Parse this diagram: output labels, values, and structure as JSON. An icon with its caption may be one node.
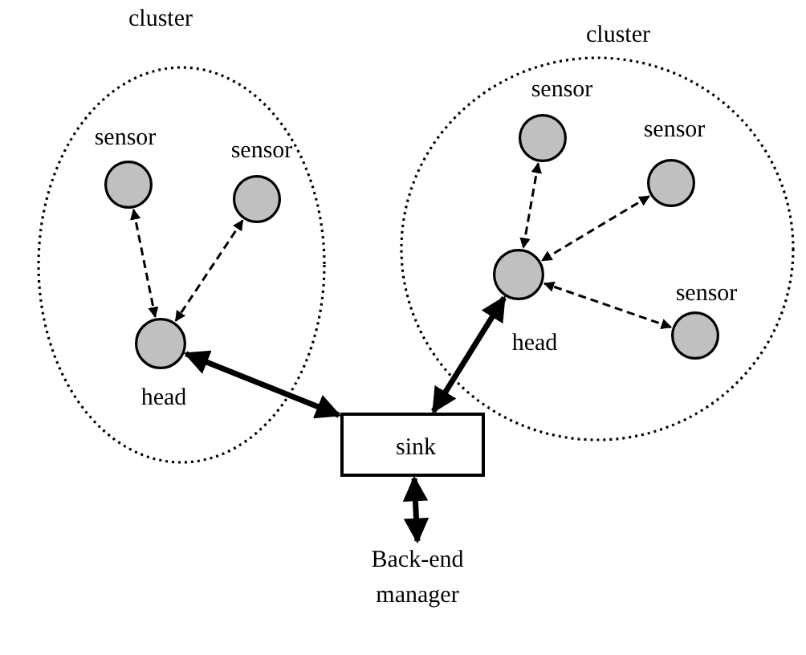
{
  "diagram": {
    "nodes": [
      {
        "text": [
          "cluster"
        ]
      },
      {
        "text": [
          "sensor"
        ],
        "in": 0
      },
      {
        "text": [
          "sensor"
        ],
        "in": 0
      },
      {
        "text": [
          "head"
        ],
        "in": 0
      },
      {
        "text": [
          "cluster"
        ]
      },
      {
        "text": [
          "sensor"
        ],
        "in": 4
      },
      {
        "text": [
          "sensor"
        ],
        "in": 4
      },
      {
        "text": [
          "head"
        ],
        "in": 4
      },
      {
        "text": [
          "sensor"
        ],
        "in": 4
      },
      {
        "text": [
          "sink"
        ]
      },
      {
        "text": [
          "Back-end manager"
        ]
      }
    ],
    "edges": [
      {
        "from": 1,
        "to": 3,
        "arrow": "both",
        "style": "dashed"
      },
      {
        "from": 2,
        "to": 3,
        "arrow": "both",
        "style": "dashed"
      },
      {
        "from": 5,
        "to": 7,
        "arrow": "both",
        "style": "dashed"
      },
      {
        "from": 6,
        "to": 7,
        "arrow": "both",
        "style": "dashed"
      },
      {
        "from": 8,
        "to": 7,
        "arrow": "both",
        "style": "dashed"
      },
      {
        "from": 9,
        "to": 3,
        "arrow": "both",
        "style": "thick"
      },
      {
        "from": 9,
        "to": 7,
        "arrow": "both",
        "style": "thick"
      },
      {
        "from": 9,
        "to": 10,
        "arrow": "both",
        "style": "thick"
      }
    ]
  }
}
